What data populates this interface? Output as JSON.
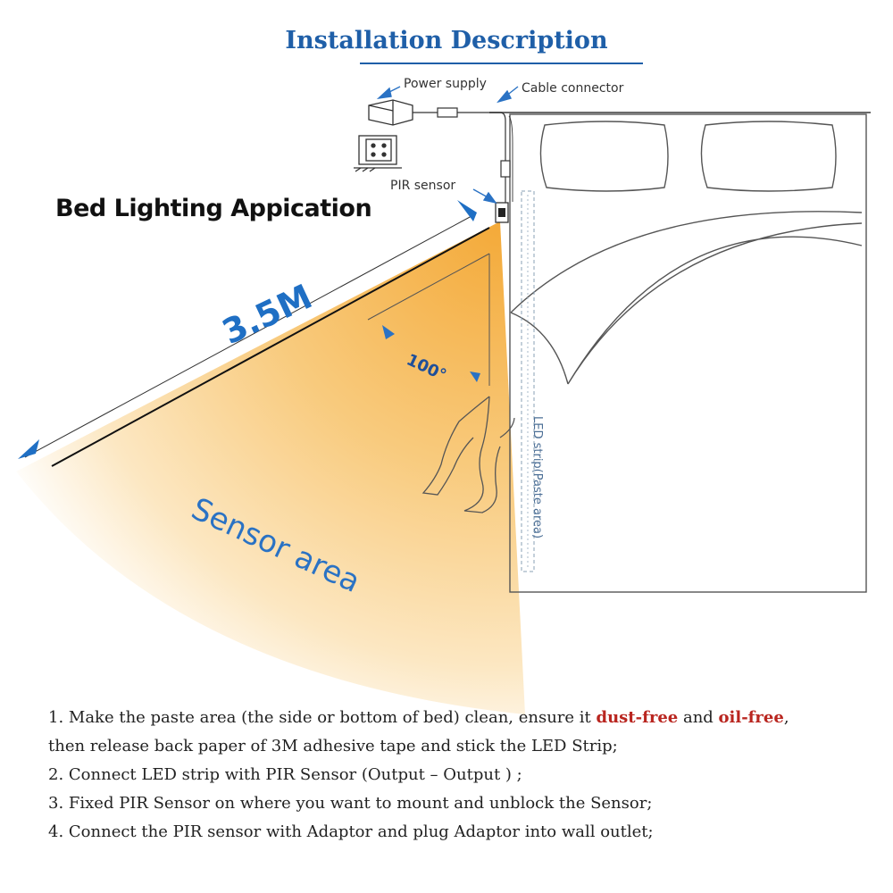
{
  "title": "Installation Description",
  "heading": "Bed Lighting Appication",
  "diagram": {
    "power_supply_label": "Power supply",
    "cable_connector_label": "Cable connector",
    "pir_sensor_label": "PIR sensor",
    "distance_label": "3.5M",
    "angle_label": "100°",
    "sensor_area_label": "Sensor area",
    "led_strip_label": "LED strip(Paste area)"
  },
  "colors": {
    "title_blue": "#1f5fa8",
    "arrow_blue": "#2a72c4",
    "highlight_red": "#b9251f",
    "beam_orange": "#f6b84a",
    "text_dark": "#222222"
  },
  "instructions": {
    "step1_pre": "1. Make the paste area (the side or bottom of bed) clean,  ensure it ",
    "step1_h1": "dust-free",
    "step1_mid": " and ",
    "step1_h2": "oil-free",
    "step1_post": ",",
    "step1_cont": "then release back paper of 3M adhesive tape and stick the LED Strip;",
    "step2": "2.  Connect LED strip with PIR Sensor (Output – Output ) ;",
    "step3": "3.  Fixed PIR Sensor  on where you want to mount and unblock the Sensor;",
    "step4": "4.  Connect the PIR sensor with Adaptor and plug Adaptor into wall outlet;"
  }
}
